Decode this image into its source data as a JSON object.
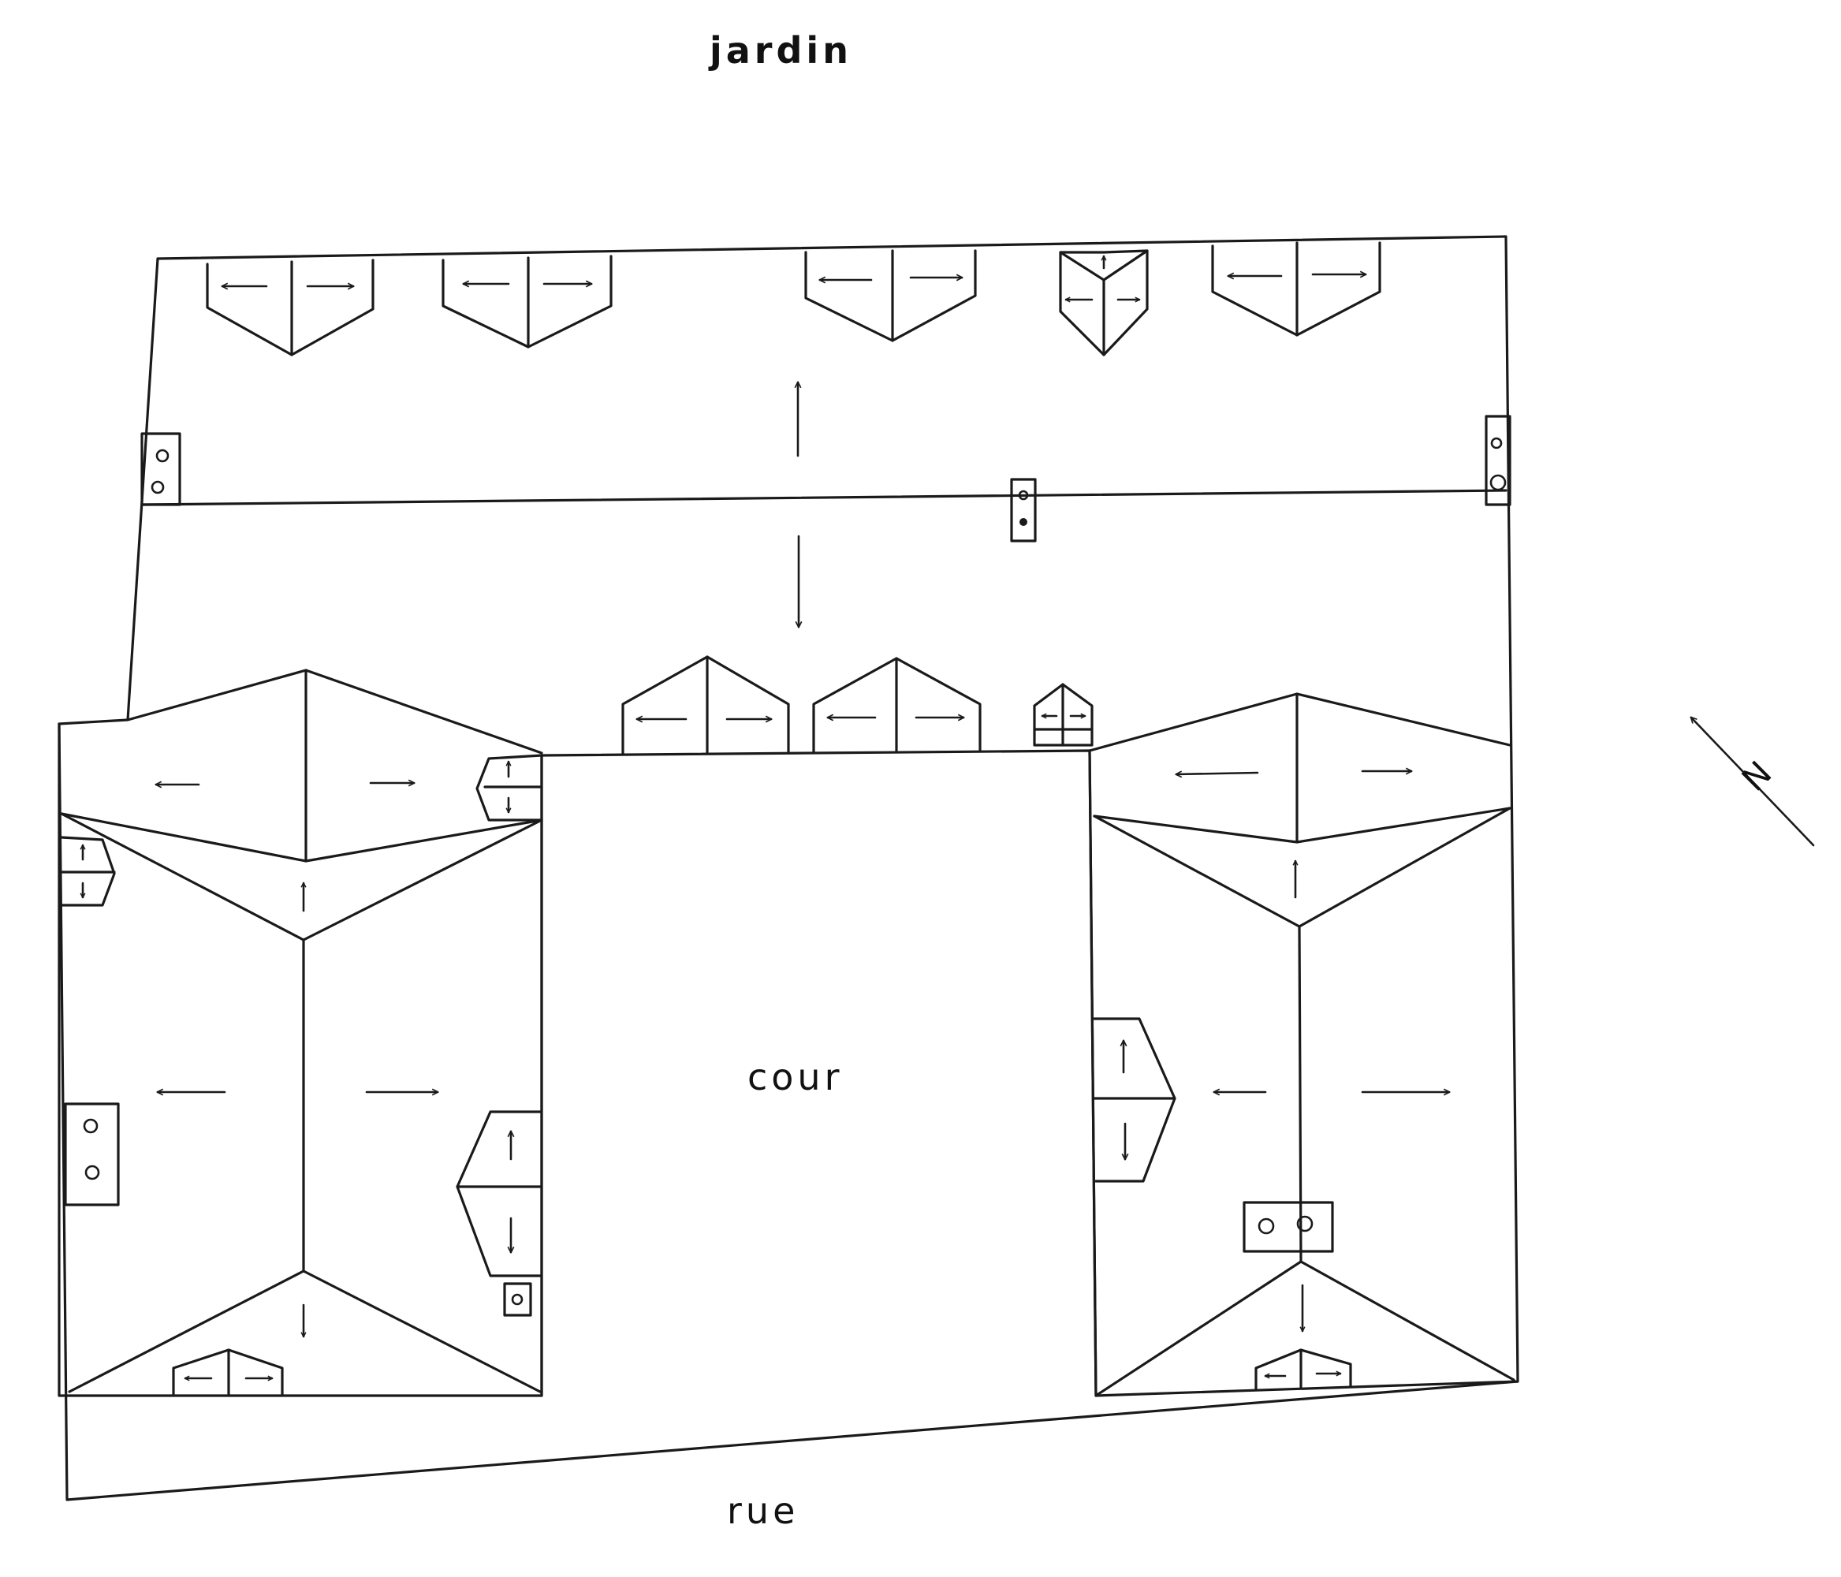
{
  "labels": {
    "top": "jardin",
    "center": "cour",
    "bottom": "rue",
    "north": "N"
  }
}
